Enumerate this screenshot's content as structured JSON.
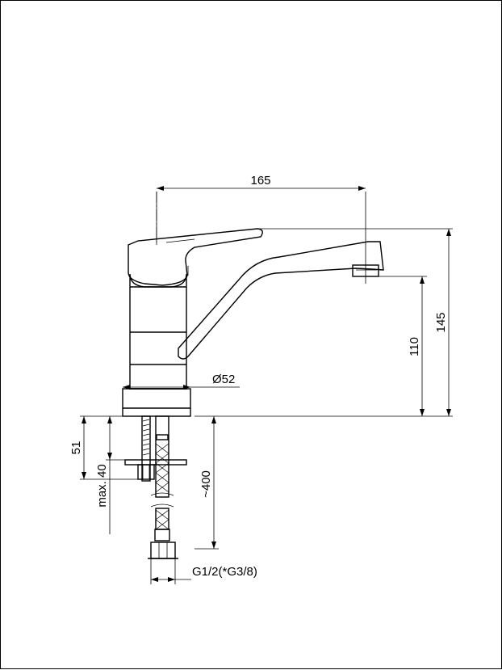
{
  "drawing": {
    "dimensions": {
      "width_165": "165",
      "height_145": "145",
      "height_110": "110",
      "diameter_52": "Ø52",
      "depth_51": "51",
      "max_40": "max. 40",
      "hose_400": "~400",
      "thread": "G1/2(*G3/8)"
    }
  }
}
